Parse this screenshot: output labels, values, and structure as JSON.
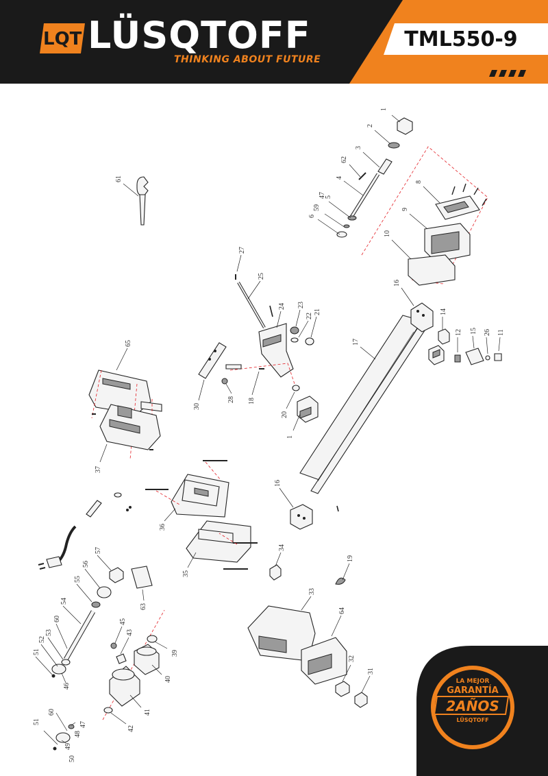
{
  "header": {
    "brand": "LÜSQTOFF",
    "logo_mark": "LQT",
    "tagline": "THINKING ABOUT FUTURE",
    "model": "TML550-9"
  },
  "badge": {
    "line1": "LA MEJOR",
    "line2": "GARANTÍA",
    "line3": "2AÑOS",
    "line4": "LÜSQTOFF"
  },
  "colors": {
    "accent": "#f0821e",
    "dark": "#1a1a1a",
    "leader_red": "#e31e24"
  },
  "callouts": [
    "1",
    "2",
    "3",
    "62",
    "4",
    "47",
    "5",
    "59",
    "6",
    "8",
    "9",
    "10",
    "61",
    "27",
    "25",
    "23",
    "22",
    "21",
    "24",
    "16",
    "14",
    "12",
    "15",
    "26",
    "11",
    "17",
    "65",
    "30",
    "28",
    "18",
    "20",
    "1",
    "37",
    "16",
    "36",
    "34",
    "19",
    "35",
    "57",
    "56",
    "63",
    "55",
    "33",
    "64",
    "54",
    "60",
    "53",
    "52",
    "51",
    "46",
    "45",
    "43",
    "39",
    "40",
    "32",
    "31",
    "41",
    "42",
    "47",
    "48",
    "49",
    "50",
    "51",
    "60"
  ]
}
